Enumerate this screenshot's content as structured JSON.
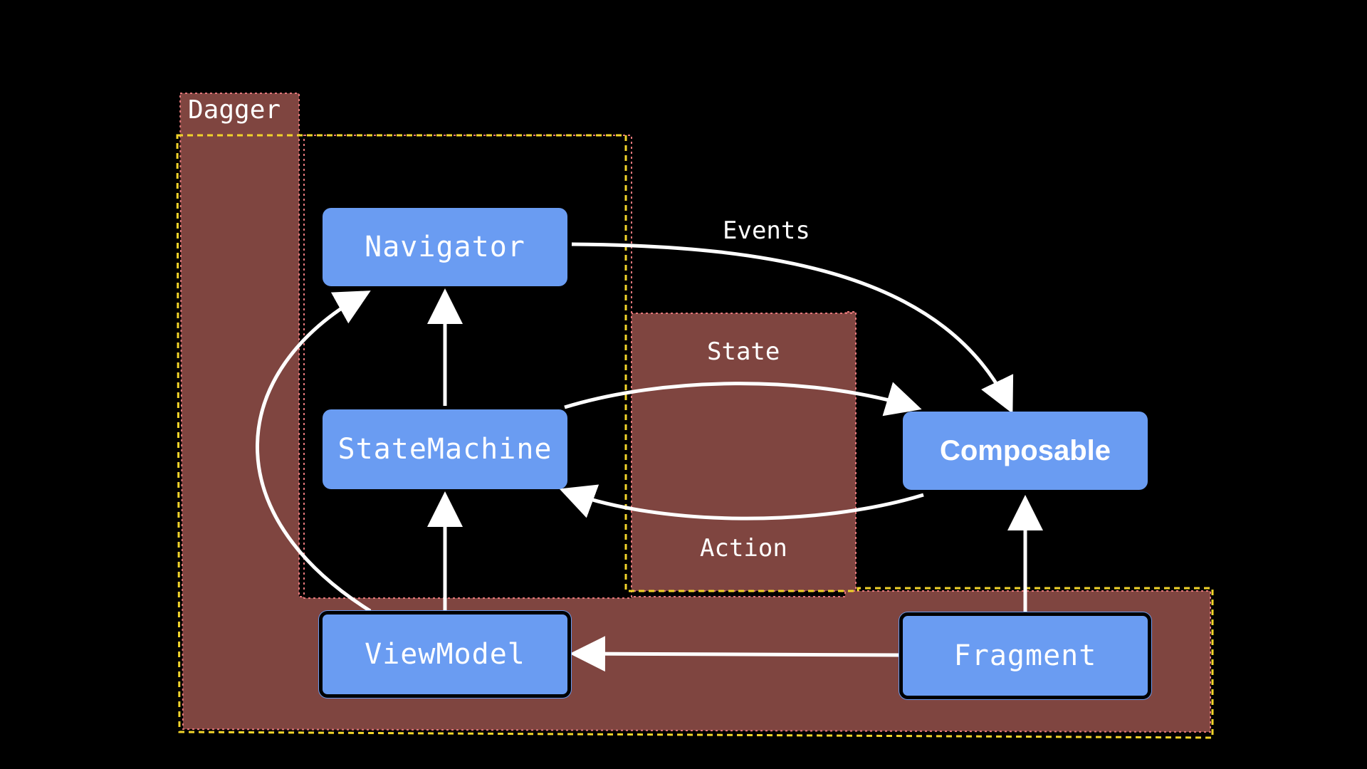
{
  "diagram": {
    "regions": {
      "dagger_label": "Dagger"
    },
    "nodes": {
      "navigator": "Navigator",
      "state_machine": "StateMachine",
      "view_model": "ViewModel",
      "composable": "Composable",
      "fragment": "Fragment"
    },
    "edge_labels": {
      "events": "Events",
      "state": "State",
      "action": "Action"
    },
    "edges": [
      {
        "from": "navigator",
        "to": "composable",
        "label": "events"
      },
      {
        "from": "state_machine",
        "to": "composable",
        "label": "state"
      },
      {
        "from": "composable",
        "to": "state_machine",
        "label": "action"
      },
      {
        "from": "state_machine",
        "to": "navigator"
      },
      {
        "from": "view_model",
        "to": "state_machine"
      },
      {
        "from": "view_model",
        "to": "navigator"
      },
      {
        "from": "fragment",
        "to": "view_model"
      },
      {
        "from": "fragment",
        "to": "composable"
      }
    ],
    "colors": {
      "background": "#000000",
      "node_fill": "#6a9cf2",
      "region_fill": "#7f4540",
      "region_border": "#e5777a",
      "yellow_dash": "#f2d42a",
      "arrow": "#ffffff"
    }
  }
}
